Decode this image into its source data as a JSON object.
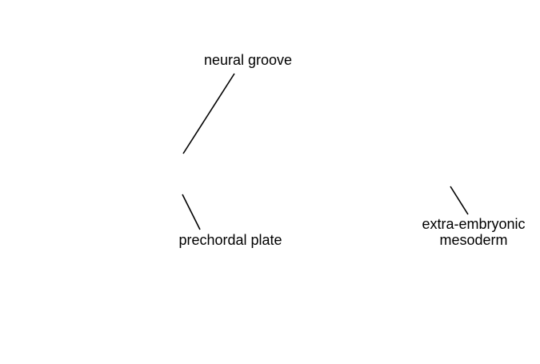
{
  "labels": {
    "neural_groove": "neural groove",
    "prechordal_plate": "prechordal plate",
    "extra_embryonic_line1": "extra-embryonic",
    "extra_embryonic_line2": "mesoderm"
  },
  "colors": {
    "background": "#ffffff",
    "ink": "#000000"
  }
}
